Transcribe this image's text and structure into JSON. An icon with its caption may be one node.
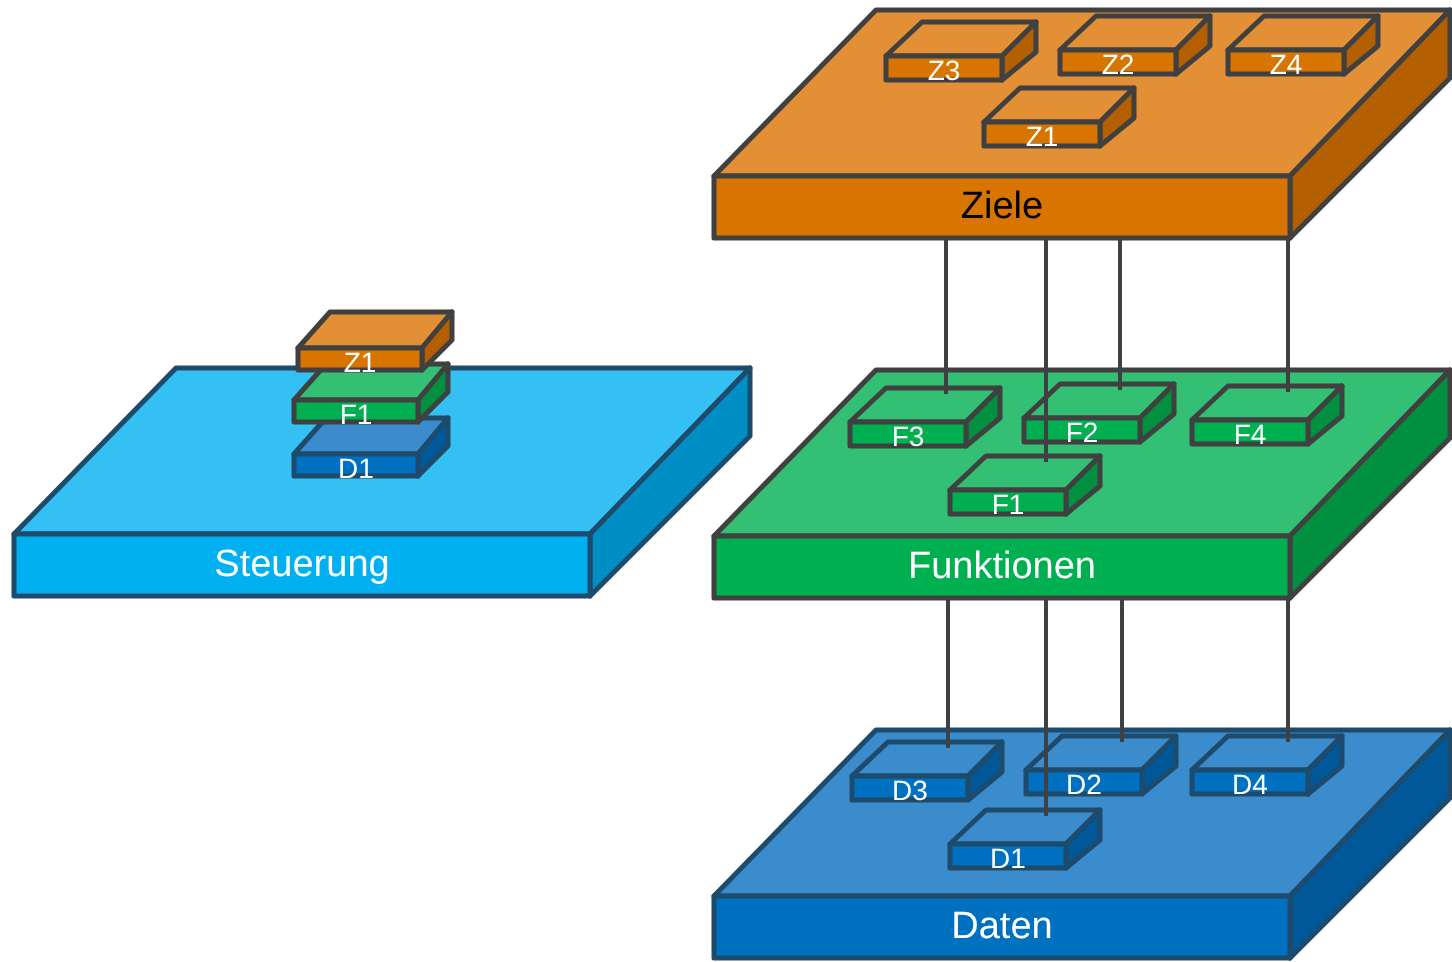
{
  "diagram": {
    "nodes": [
      {
        "text": [
          "Ziele"
        ]
      },
      {
        "text": [
          "Z3"
        ],
        "in": 0
      },
      {
        "text": [
          "Z2"
        ],
        "in": 0
      },
      {
        "text": [
          "Z4"
        ],
        "in": 0
      },
      {
        "text": [
          "Z1"
        ],
        "in": 0
      },
      {
        "text": [
          "Steuerung"
        ]
      },
      {
        "text": [
          "Z1"
        ]
      },
      {
        "text": [
          "F1"
        ],
        "in": 5
      },
      {
        "text": [
          "D1"
        ],
        "in": 5
      },
      {
        "text": [
          "Funktionen"
        ]
      },
      {
        "text": [
          "F3"
        ],
        "in": 9
      },
      {
        "text": [
          "F2"
        ],
        "in": 9
      },
      {
        "text": [
          "F4"
        ],
        "in": 9
      },
      {
        "text": [
          "F1"
        ],
        "in": 9
      },
      {
        "text": [
          "Daten"
        ]
      },
      {
        "text": [
          "D3"
        ],
        "in": 14
      },
      {
        "text": [
          "D2"
        ],
        "in": 14
      },
      {
        "text": [
          "D4"
        ],
        "in": 14
      },
      {
        "text": [
          "D1"
        ],
        "in": 14
      }
    ],
    "edges": [
      {
        "from": 0,
        "to": 10,
        "arrow": "none"
      },
      {
        "from": 0,
        "to": 13,
        "arrow": "none"
      },
      {
        "from": 0,
        "to": 11,
        "arrow": "none"
      },
      {
        "from": 0,
        "to": 12,
        "arrow": "none"
      },
      {
        "from": 9,
        "to": 15,
        "arrow": "none"
      },
      {
        "from": 9,
        "to": 18,
        "arrow": "none"
      },
      {
        "from": 9,
        "to": 16,
        "arrow": "none"
      },
      {
        "from": 9,
        "to": 17,
        "arrow": "none"
      }
    ]
  }
}
